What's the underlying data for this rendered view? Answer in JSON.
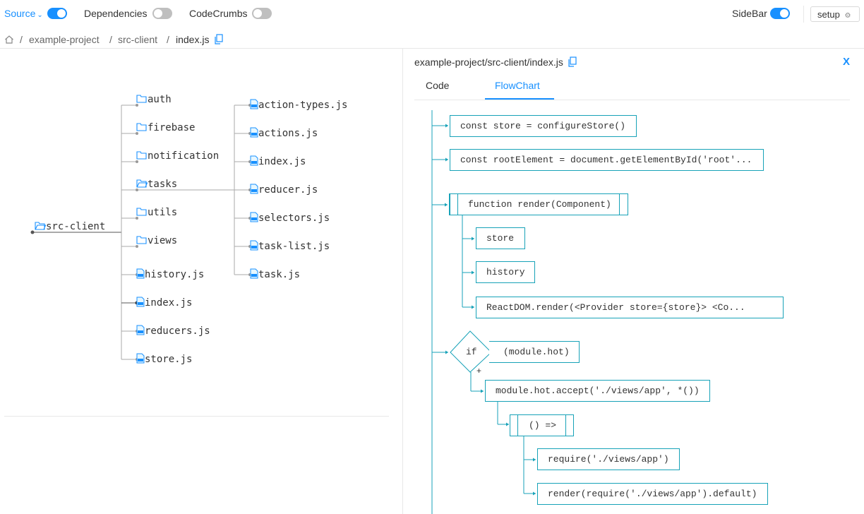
{
  "topbar": {
    "source_label": "Source",
    "dependencies_label": "Dependencies",
    "codecrumbs_label": "CodeCrumbs",
    "sidebar_label": "SideBar",
    "setup_label": "setup",
    "colors": {
      "accent": "#1890ff",
      "toggle_off": "#bfbfbf"
    }
  },
  "breadcrumb": {
    "items": [
      "example-project",
      "src-client",
      "index.js"
    ],
    "separator": "/"
  },
  "tree": {
    "root": "src-client",
    "level1": [
      "auth",
      "firebase",
      "notification",
      "tasks",
      "utils",
      "views",
      "history.js",
      "index.js",
      "reducers.js",
      "store.js"
    ],
    "level2": [
      "action-types.js",
      "actions.js",
      "index.js",
      "reducer.js",
      "selectors.js",
      "task-list.js",
      "task.js"
    ]
  },
  "detail": {
    "path": "example-project/src-client/index.js",
    "close_label": "X",
    "tabs": [
      "Code",
      "FlowChart"
    ],
    "active_tab": "FlowChart"
  },
  "flow": {
    "color": "#17a2b8",
    "nodes": [
      "const store = configureStore()",
      "const rootElement = document.getElementById('root'...",
      "function render(Component)",
      "store",
      "history",
      "ReactDOM.render(<Provider store={store}> <Co...",
      "if",
      "(module.hot)",
      "+",
      "module.hot.accept('./views/app', *())",
      "() =>",
      "require('./views/app')",
      "render(require('./views/app').default)"
    ]
  }
}
